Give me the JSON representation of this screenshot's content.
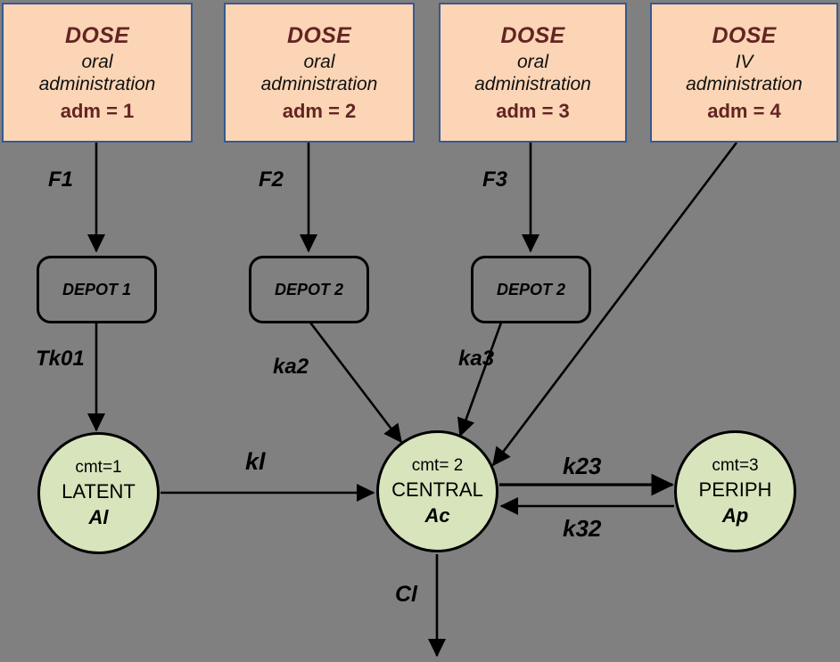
{
  "diagram": {
    "title": "Pharmacokinetic compartment model",
    "background_color": "#808080",
    "dose_box_fill": "#FBD5B5",
    "dose_box_border": "#36598F",
    "dose_title_color": "#632423",
    "compartment_fill": "#D8E4BC",
    "compartment_border": "#000000",
    "arrow_color": "#000000"
  },
  "dose_boxes": [
    {
      "title": "DOSE",
      "route": "oral",
      "administration": "administration",
      "adm_code": "adm = 1"
    },
    {
      "title": "DOSE",
      "route": "oral",
      "administration": "administration",
      "adm_code": "adm = 2"
    },
    {
      "title": "DOSE",
      "route": "oral",
      "administration": "administration",
      "adm_code": "adm = 3"
    },
    {
      "title": "DOSE",
      "route": "IV",
      "administration": "administration",
      "adm_code": "adm = 4"
    }
  ],
  "depots": [
    {
      "label": "DEPOT 1"
    },
    {
      "label": "DEPOT 2"
    },
    {
      "label": "DEPOT 2"
    }
  ],
  "compartments": [
    {
      "cmt": "cmt=1",
      "name": "LATENT",
      "variable": "Al"
    },
    {
      "cmt": "cmt= 2",
      "name": "CENTRAL",
      "variable": "Ac"
    },
    {
      "cmt": "cmt=3",
      "name": "PERIPH",
      "variable": "Ap"
    }
  ],
  "edge_labels": {
    "f1": "F1",
    "f2": "F2",
    "f3": "F3",
    "tk01": "Tk01",
    "ka2": "ka2",
    "ka3": "ka3",
    "kl": "kl",
    "k23": "k23",
    "k32": "k32",
    "cl": "Cl"
  },
  "chart_data": {
    "type": "diagram",
    "nodes": [
      {
        "id": "dose1",
        "kind": "dose",
        "label": "DOSE oral administration adm = 1"
      },
      {
        "id": "dose2",
        "kind": "dose",
        "label": "DOSE oral administration adm = 2"
      },
      {
        "id": "dose3",
        "kind": "dose",
        "label": "DOSE oral administration adm = 3"
      },
      {
        "id": "dose4",
        "kind": "dose",
        "label": "DOSE IV administration adm = 4"
      },
      {
        "id": "depot1",
        "kind": "depot",
        "label": "DEPOT 1"
      },
      {
        "id": "depot2",
        "kind": "depot",
        "label": "DEPOT 2"
      },
      {
        "id": "depot3",
        "kind": "depot",
        "label": "DEPOT 2"
      },
      {
        "id": "latent",
        "kind": "compartment",
        "label": "LATENT Al",
        "cmt": 1
      },
      {
        "id": "central",
        "kind": "compartment",
        "label": "CENTRAL Ac",
        "cmt": 2
      },
      {
        "id": "periph",
        "kind": "compartment",
        "label": "PERIPH Ap",
        "cmt": 3
      },
      {
        "id": "elim",
        "kind": "sink",
        "label": ""
      }
    ],
    "edges": [
      {
        "from": "dose1",
        "to": "depot1",
        "label": "F1"
      },
      {
        "from": "dose2",
        "to": "depot2",
        "label": "F2"
      },
      {
        "from": "dose3",
        "to": "depot3",
        "label": "F3"
      },
      {
        "from": "dose4",
        "to": "central",
        "label": ""
      },
      {
        "from": "depot1",
        "to": "latent",
        "label": "Tk01"
      },
      {
        "from": "depot2",
        "to": "central",
        "label": "ka2"
      },
      {
        "from": "depot3",
        "to": "central",
        "label": "ka3"
      },
      {
        "from": "latent",
        "to": "central",
        "label": "kl"
      },
      {
        "from": "central",
        "to": "periph",
        "label": "k23"
      },
      {
        "from": "periph",
        "to": "central",
        "label": "k32"
      },
      {
        "from": "central",
        "to": "elim",
        "label": "Cl"
      }
    ]
  }
}
